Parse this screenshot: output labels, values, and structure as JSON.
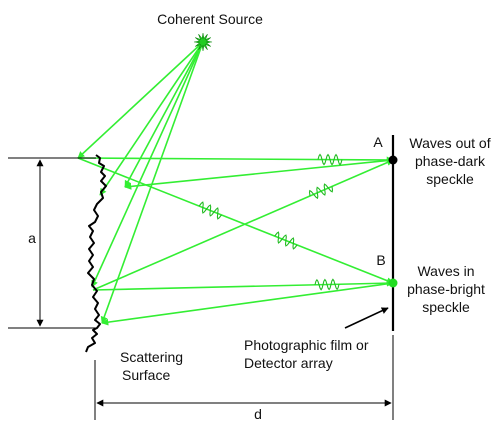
{
  "labels": {
    "source": "Coherent Source",
    "point_a": "A",
    "point_b": "B",
    "dark_speckle": [
      "Waves out of",
      "phase-dark",
      "speckle"
    ],
    "bright_speckle": [
      "Waves in",
      "phase-bright",
      "speckle"
    ],
    "scattering_surface": [
      "Scattering",
      "Surface"
    ],
    "detector": [
      "Photographic film or",
      "Detector array"
    ],
    "dim_a": "a",
    "dim_d": "d"
  },
  "colors": {
    "ray": "#33ee33",
    "wave": "#22bb22",
    "ink": "#000000",
    "source_star": "#22cc22",
    "bright_dot": "#22dd22"
  },
  "icons": {
    "source": "starburst-icon"
  }
}
